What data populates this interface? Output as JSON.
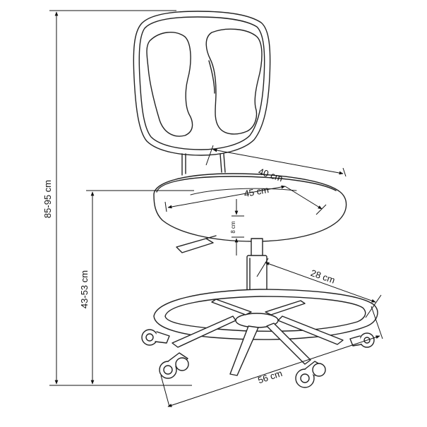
{
  "colors": {
    "ink": "#222222",
    "line": "#111111",
    "fill": "#ffffff"
  },
  "dimensions": {
    "total_height": "85-95 cm",
    "seat_height": "43-53 cm",
    "seat_depth": "40 cm",
    "seat_width": "45 cm",
    "seat_adjust": "8 cm",
    "base_radius": "28 cm",
    "base_width": "56 cm"
  }
}
